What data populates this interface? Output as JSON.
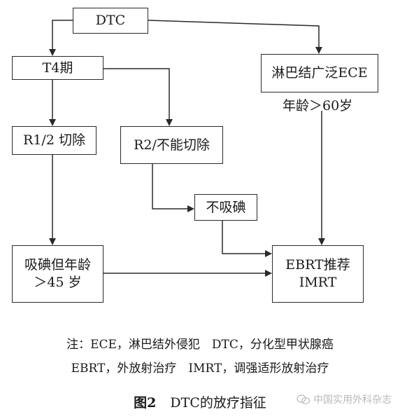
{
  "diagram": {
    "nodes": {
      "dtc": "DTC",
      "t4": "T4期",
      "ln_ece": "淋巴结广泛ECE",
      "age60": "年龄＞60岁",
      "r12": "R1/2 切除",
      "r2": "R2/不能切除",
      "no_iodine": "不吸碘",
      "iodine_age_line1": "吸碘但年龄",
      "iodine_age_line2": "＞45 岁",
      "ebrt_line1": "EBRT推荐",
      "ebrt_line2": "IMRT"
    }
  },
  "notes": {
    "line1": "注：ECE，淋巴结外侵犯　DTC，分化型甲状腺癌",
    "line2": "EBRT，外放射治疗　IMRT，调强适形放射治疗"
  },
  "caption": {
    "fig_label": "图2",
    "title": "DTC的放疗指征"
  },
  "watermark": {
    "text": "中国实用外科杂志"
  }
}
